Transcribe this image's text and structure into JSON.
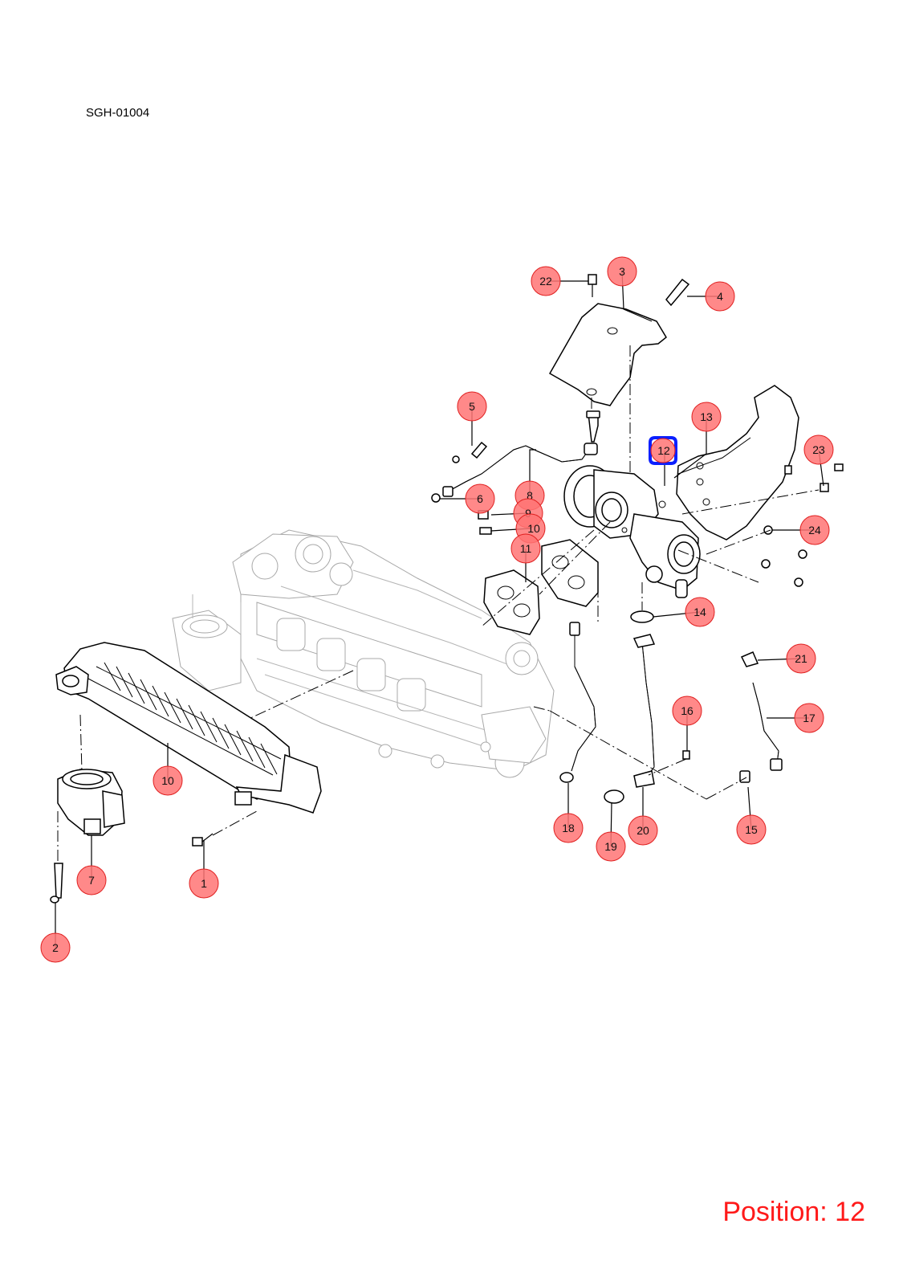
{
  "diagram_code": "SGH-01004",
  "position_label": "Position: 12",
  "selected_part": "12",
  "callouts": [
    {
      "id": "1",
      "label": "1"
    },
    {
      "id": "2",
      "label": "2"
    },
    {
      "id": "3",
      "label": "3"
    },
    {
      "id": "4",
      "label": "4"
    },
    {
      "id": "5",
      "label": "5"
    },
    {
      "id": "6",
      "label": "6"
    },
    {
      "id": "7",
      "label": "7"
    },
    {
      "id": "8",
      "label": "8"
    },
    {
      "id": "9",
      "label": "9"
    },
    {
      "id": "10a",
      "label": "10"
    },
    {
      "id": "10b",
      "label": "10"
    },
    {
      "id": "11",
      "label": "11"
    },
    {
      "id": "12",
      "label": "12"
    },
    {
      "id": "13",
      "label": "13"
    },
    {
      "id": "14",
      "label": "14"
    },
    {
      "id": "15",
      "label": "15"
    },
    {
      "id": "16",
      "label": "16"
    },
    {
      "id": "17",
      "label": "17"
    },
    {
      "id": "18",
      "label": "18"
    },
    {
      "id": "19",
      "label": "19"
    },
    {
      "id": "20",
      "label": "20"
    },
    {
      "id": "21",
      "label": "21"
    },
    {
      "id": "22",
      "label": "22"
    },
    {
      "id": "23",
      "label": "23"
    },
    {
      "id": "24",
      "label": "24"
    }
  ],
  "colors": {
    "callout_fill": "#ff7474",
    "selected_outline": "#0a1fff",
    "position_text": "#ff1a1a"
  }
}
